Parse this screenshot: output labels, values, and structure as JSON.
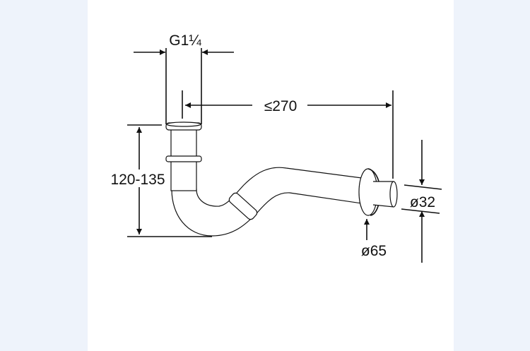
{
  "drawing": {
    "thread_label": "G1¼",
    "length_label": "≤270",
    "height_label": "120-135",
    "outlet_diameter_label": "ø32",
    "rosette_diameter_label": "ø65"
  },
  "colors": {
    "background": "#eef3fb",
    "sheet": "#ffffff",
    "ink": "#111111"
  }
}
